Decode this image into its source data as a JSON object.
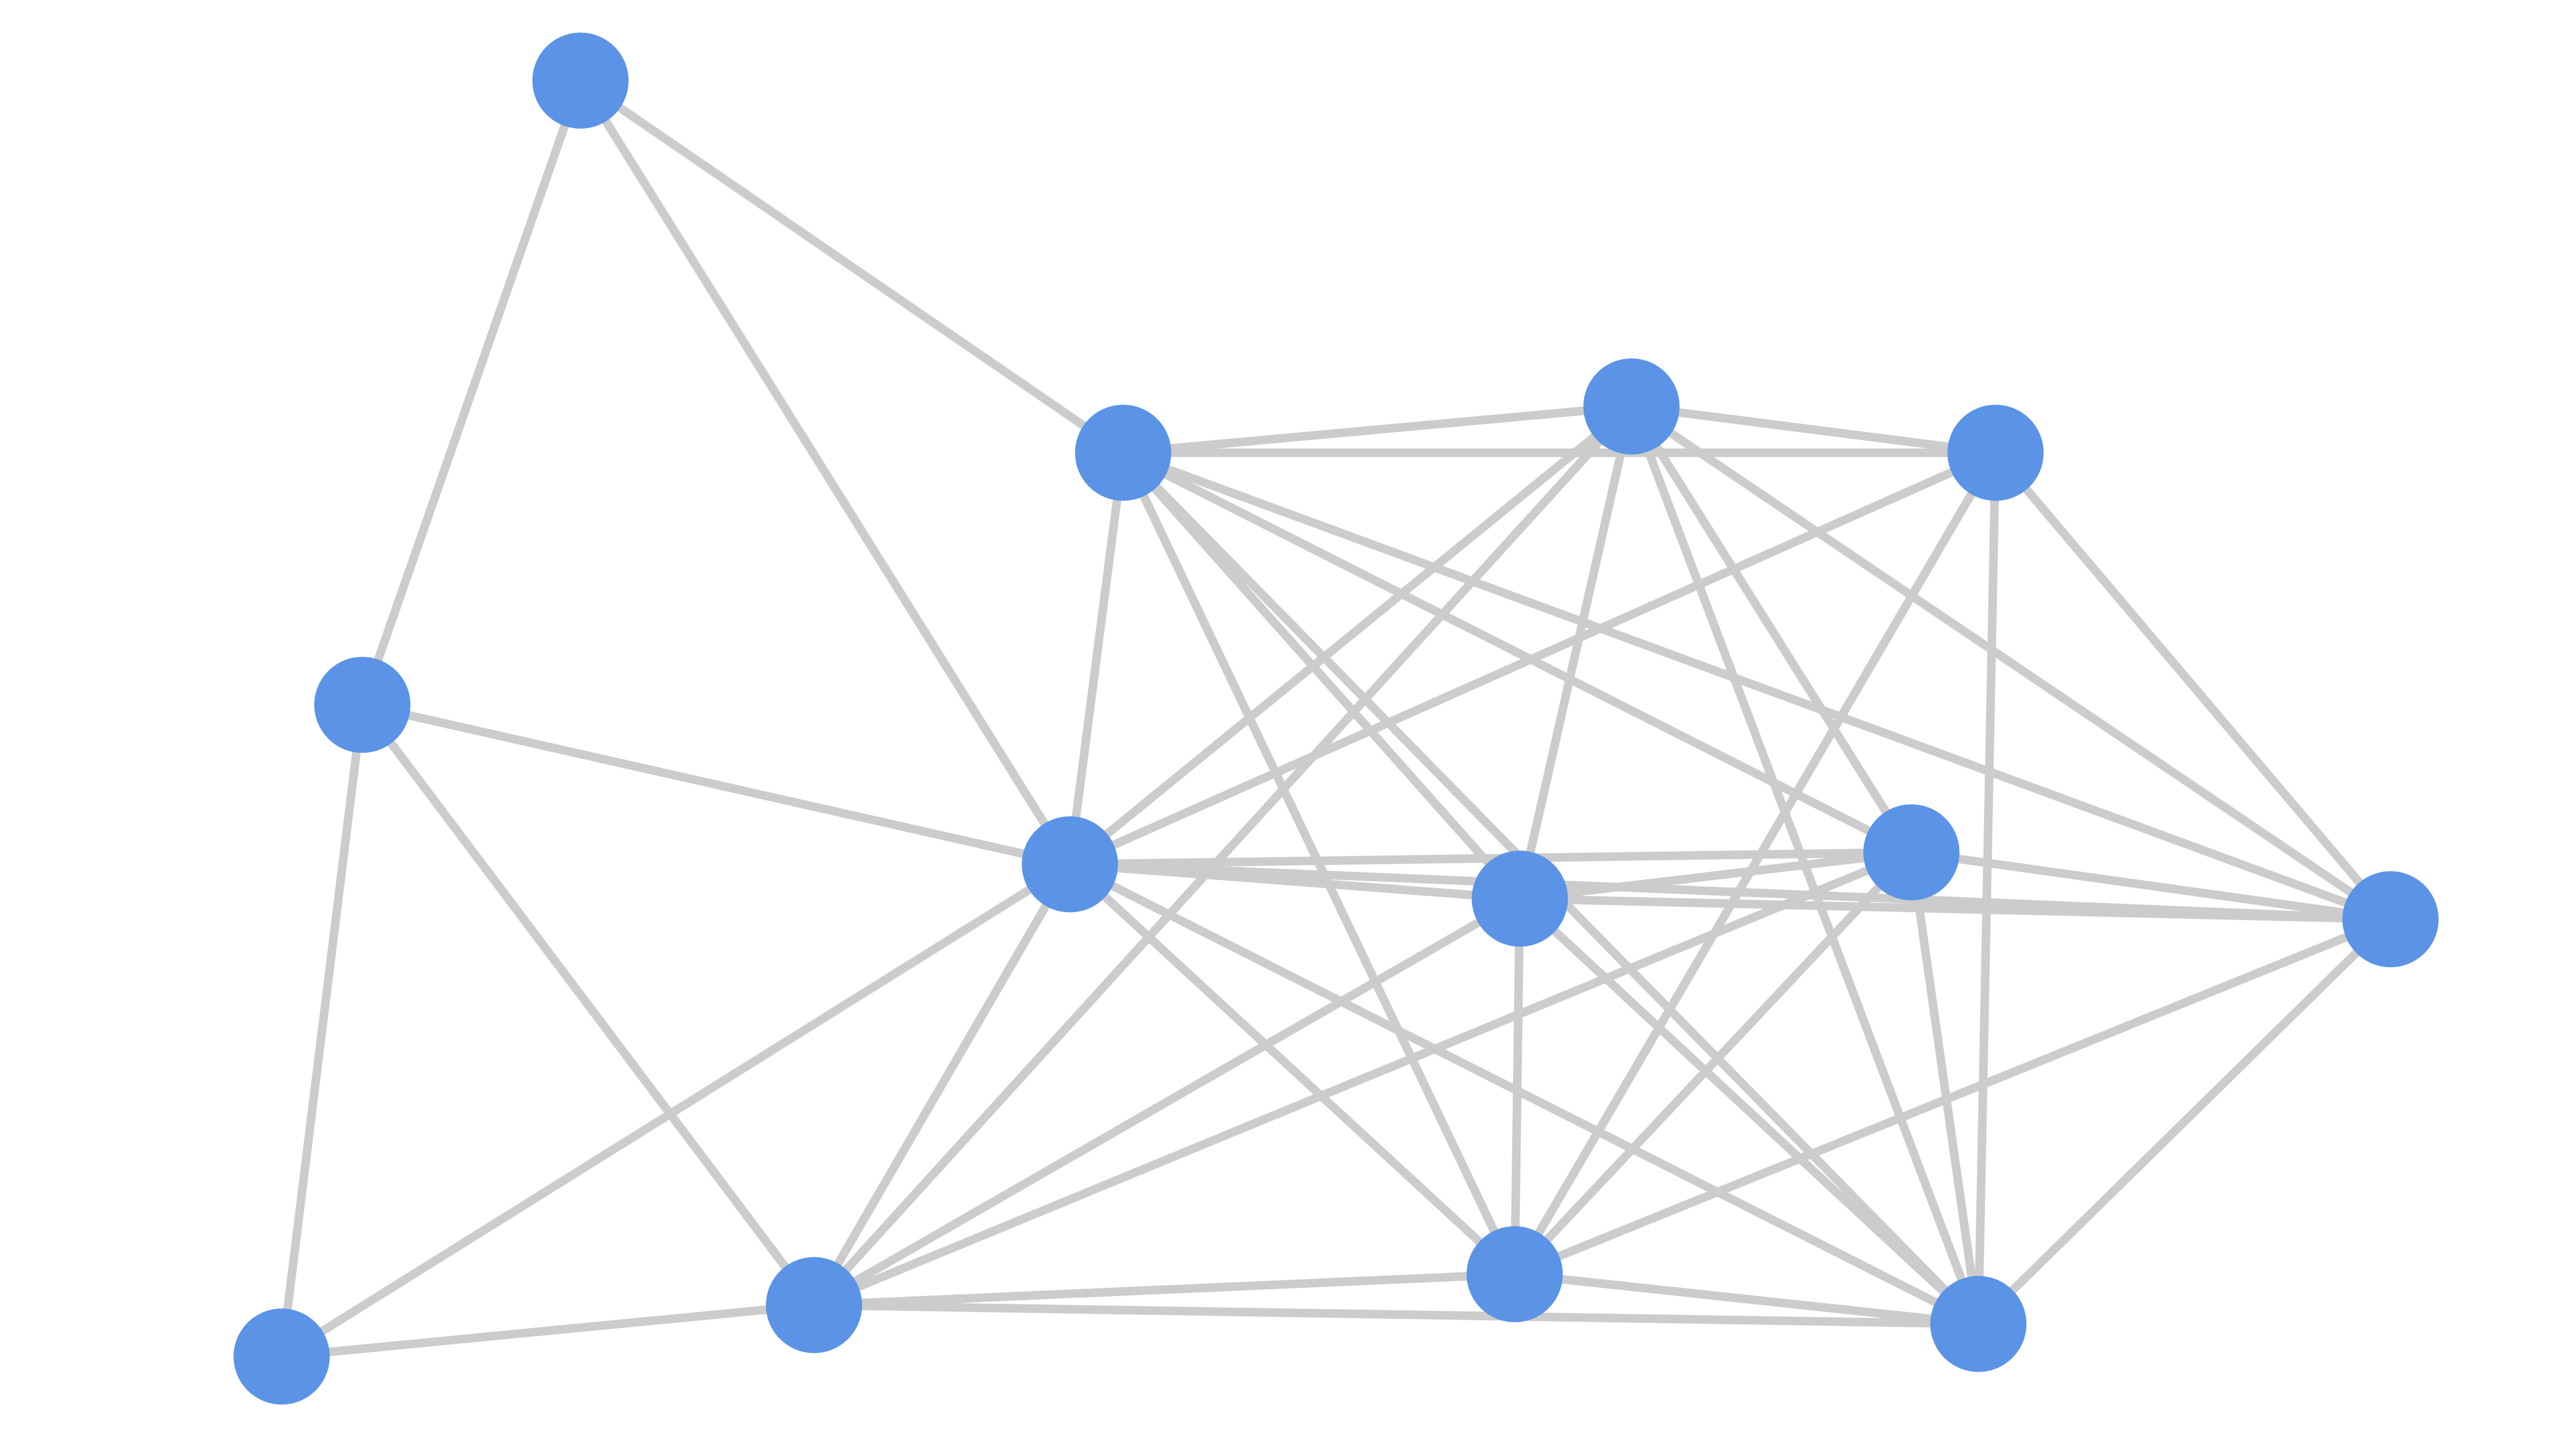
{
  "diagram": {
    "type": "network-graph",
    "edge_color": "#cccccc",
    "node_color": "#5b94e6",
    "node_count": 13,
    "nodes": [
      {
        "id": "n0"
      },
      {
        "id": "n1"
      },
      {
        "id": "n2"
      },
      {
        "id": "n3"
      },
      {
        "id": "n4"
      },
      {
        "id": "n5"
      },
      {
        "id": "n6"
      },
      {
        "id": "n7"
      },
      {
        "id": "n8"
      },
      {
        "id": "n9"
      },
      {
        "id": "n10"
      },
      {
        "id": "n11"
      },
      {
        "id": "n12"
      }
    ],
    "edges": [
      [
        "n0",
        "n1"
      ],
      [
        "n0",
        "n2"
      ],
      [
        "n0",
        "n5"
      ],
      [
        "n1",
        "n5"
      ],
      [
        "n1",
        "n6"
      ],
      [
        "n1",
        "n10"
      ],
      [
        "n2",
        "n3"
      ],
      [
        "n2",
        "n4"
      ],
      [
        "n2",
        "n5"
      ],
      [
        "n2",
        "n7"
      ],
      [
        "n2",
        "n8"
      ],
      [
        "n2",
        "n9"
      ],
      [
        "n2",
        "n12"
      ],
      [
        "n2",
        "n11"
      ],
      [
        "n3",
        "n4"
      ],
      [
        "n3",
        "n5"
      ],
      [
        "n3",
        "n6"
      ],
      [
        "n3",
        "n7"
      ],
      [
        "n3",
        "n8"
      ],
      [
        "n3",
        "n12"
      ],
      [
        "n3",
        "n9"
      ],
      [
        "n4",
        "n5"
      ],
      [
        "n4",
        "n9"
      ],
      [
        "n4",
        "n11"
      ],
      [
        "n4",
        "n12"
      ],
      [
        "n5",
        "n6"
      ],
      [
        "n5",
        "n7"
      ],
      [
        "n5",
        "n8"
      ],
      [
        "n5",
        "n9"
      ],
      [
        "n5",
        "n10"
      ],
      [
        "n5",
        "n11"
      ],
      [
        "n5",
        "n12"
      ],
      [
        "n6",
        "n7"
      ],
      [
        "n6",
        "n8"
      ],
      [
        "n6",
        "n10"
      ],
      [
        "n6",
        "n11"
      ],
      [
        "n6",
        "n12"
      ],
      [
        "n7",
        "n8"
      ],
      [
        "n7",
        "n9"
      ],
      [
        "n7",
        "n11"
      ],
      [
        "n7",
        "n12"
      ],
      [
        "n8",
        "n9"
      ],
      [
        "n8",
        "n11"
      ],
      [
        "n8",
        "n12"
      ],
      [
        "n9",
        "n11"
      ],
      [
        "n9",
        "n12"
      ],
      [
        "n11",
        "n12"
      ]
    ]
  }
}
